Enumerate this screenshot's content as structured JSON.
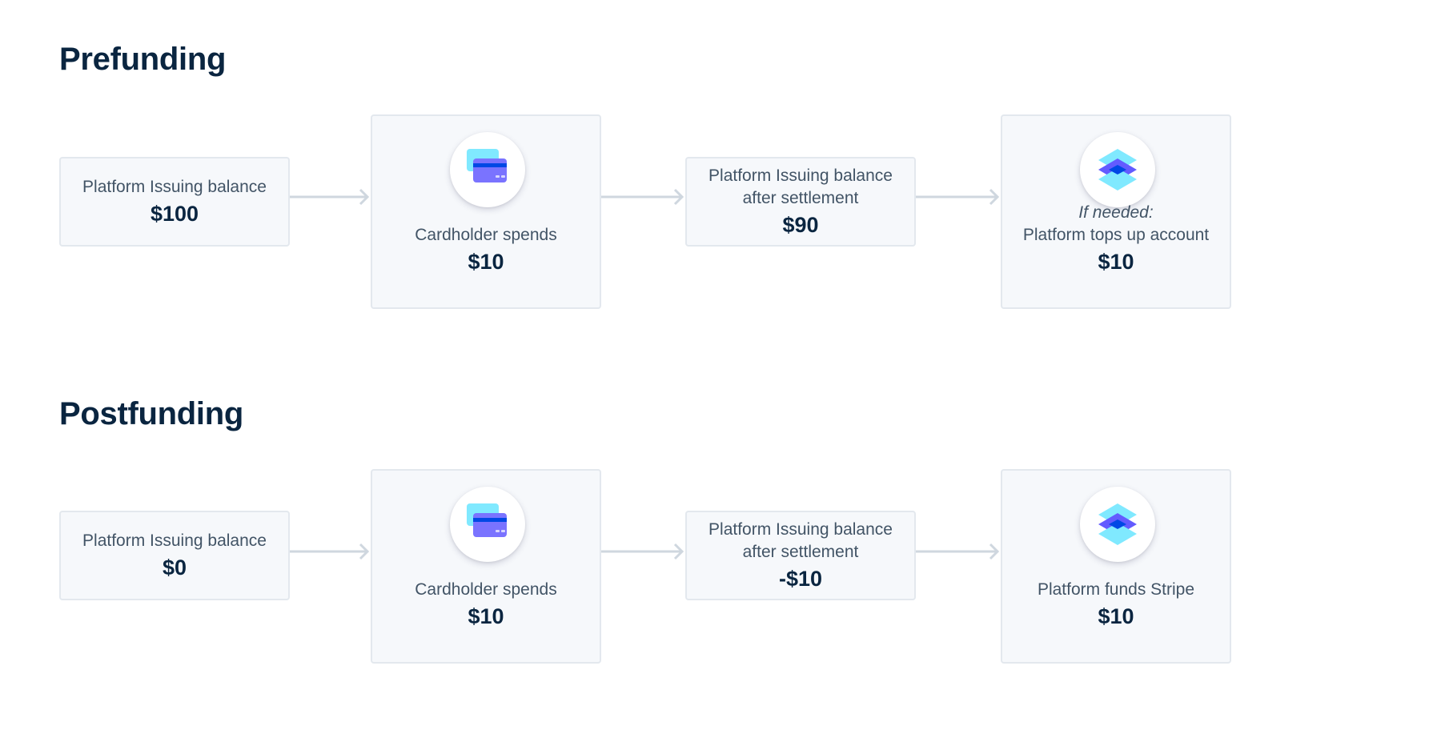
{
  "sections": {
    "prefunding": {
      "title": "Prefunding",
      "step1": {
        "label": "Platform Issuing balance",
        "amount": "$100"
      },
      "step2": {
        "label": "Cardholder spends",
        "amount": "$10",
        "icon": "credit-card-icon"
      },
      "step3": {
        "label_line1": "Platform Issuing balance",
        "label_line2": "after settlement",
        "amount": "$90"
      },
      "step4": {
        "note": "If needed:",
        "label": "Platform tops up account",
        "amount": "$10",
        "icon": "stripe-layers-icon"
      }
    },
    "postfunding": {
      "title": "Postfunding",
      "step1": {
        "label": "Platform Issuing balance",
        "amount": "$0"
      },
      "step2": {
        "label": "Cardholder spends",
        "amount": "$10",
        "icon": "credit-card-icon"
      },
      "step3": {
        "label_line1": "Platform Issuing balance",
        "label_line2": "after settlement",
        "amount": "-$10"
      },
      "step4": {
        "label": "Platform funds Stripe",
        "amount": "$10",
        "icon": "stripe-layers-icon"
      }
    }
  },
  "colors": {
    "heading": "#0a2540",
    "body_text": "#425466",
    "box_background": "#f6f8fb",
    "box_border": "#e3e8ee",
    "arrow": "#cfd7df",
    "card_front": "#7a73ff",
    "card_back": "#80e9ff",
    "layer_light": "#80e9ff",
    "layer_dark": "#0048e5",
    "layer_mid": "#635bff"
  }
}
